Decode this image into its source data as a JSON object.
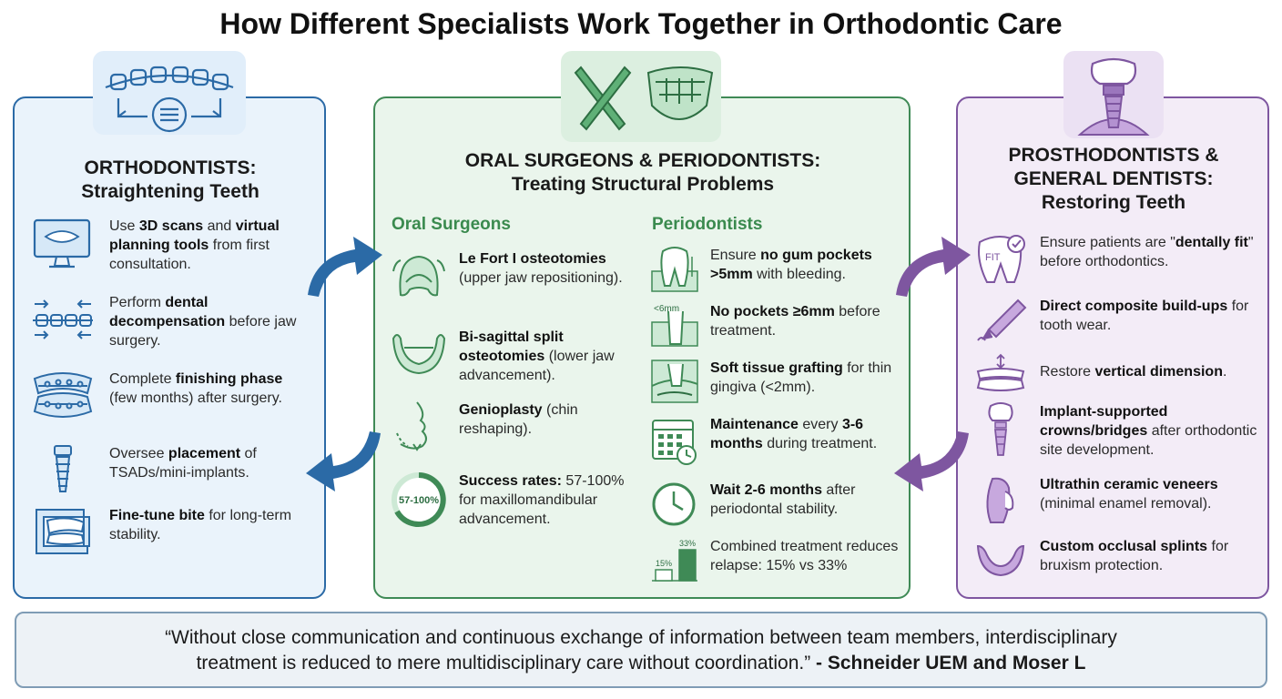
{
  "title": "How Different Specialists Work Together in Orthodontic Care",
  "colors": {
    "ortho": "#2b6aa6",
    "surgeon": "#3f8a56",
    "prosth": "#7e56a0"
  },
  "orthodontists": {
    "title_line1": "ORTHODONTISTS:",
    "title_line2": "Straightening Teeth",
    "items": [
      {
        "icon": "monitor-scan-icon",
        "b1": "",
        "t1": "Use ",
        "b2": "3D scans",
        "t2": " and ",
        "b3": "virtual planning tools",
        "t3": " from first consultation."
      },
      {
        "icon": "braces-arrows-icon",
        "t1": "Perform ",
        "b2": "dental decompensation",
        "t2": " before jaw surgery."
      },
      {
        "icon": "braces-arch-icon",
        "t1": "Complete ",
        "b2": "finishing phase",
        "t2": " (few months) after surgery."
      },
      {
        "icon": "mini-implant-icon",
        "t1": "Oversee ",
        "b2": "placement",
        "t2": " of TSADs/mini-implants."
      },
      {
        "icon": "articulator-icon",
        "t1": "",
        "b2": "Fine-tune bite",
        "t2": " for long-term stability."
      }
    ]
  },
  "surgeons": {
    "title_line1": "ORAL SURGEONS & PERIODONTISTS:",
    "title_line2": "Treating Structural Problems",
    "oral_heading": "Oral Surgeons",
    "perio_heading": "Periodontists",
    "oral_items": [
      {
        "icon": "upper-jaw-icon",
        "b": "Le Fort I osteotomies",
        "t": " (upper jaw repositioning)."
      },
      {
        "icon": "lower-jaw-icon",
        "b": "Bi-sagittal split osteotomies",
        "t": " (lower jaw advancement)."
      },
      {
        "icon": "chin-profile-icon",
        "b": "Genioplasty",
        "t": " (chin reshaping)."
      },
      {
        "icon": "success-ring-icon",
        "ring_label": "57-100%",
        "b": "Success rates:",
        "t": " 57-100% for maxillomandibular advancement."
      }
    ],
    "perio_items": [
      {
        "icon": "gum-pocket-icon",
        "t0": "Ensure ",
        "b": "no gum pockets >5mm",
        "t": " with bleeding."
      },
      {
        "icon": "pocket-depth-icon",
        "depth_label": "<6mm",
        "b": "No pockets ≥6mm",
        "t": " before treatment."
      },
      {
        "icon": "tissue-graft-icon",
        "t0": "",
        "b": "Soft tissue grafting",
        "t": " for thin gingiva (<2mm)."
      },
      {
        "icon": "calendar-clock-icon",
        "t0": "",
        "b": "Maintenance",
        "t": " every ",
        "b2": "3-6 months",
        "t2": " during treatment."
      },
      {
        "icon": "clock-icon",
        "t0": "",
        "b": "Wait 2-6 months",
        "t": " after periodontal stability."
      },
      {
        "icon": "bar-compare-icon",
        "bar_low": "15%",
        "bar_high": "33%",
        "t0": "Combined treatment reduces relapse: 15% vs 33%",
        "b": "",
        "t": ""
      }
    ]
  },
  "prosthodontists": {
    "title_line1": "PROSTHODONTISTS &",
    "title_line2": "GENERAL DENTISTS:",
    "title_line3": "Restoring Teeth",
    "fit_label": "FIT",
    "items": [
      {
        "icon": "fit-tooth-icon",
        "t0": "Ensure patients are \"",
        "b": "dentally fit",
        "t": "\" before orthodontics."
      },
      {
        "icon": "composite-syringe-icon",
        "t0": "",
        "b": "Direct composite build-ups",
        "t": " for tooth wear."
      },
      {
        "icon": "vertical-dimension-icon",
        "t0": "Restore ",
        "b": "vertical dimension",
        "t": "."
      },
      {
        "icon": "implant-crown-icon",
        "t0": "",
        "b": "Implant-supported crowns/bridges",
        "t": " after orthodontic site development."
      },
      {
        "icon": "veneer-icon",
        "t0": "",
        "b": "Ultrathin ceramic veneers",
        "t": " (minimal enamel removal)."
      },
      {
        "icon": "occlusal-splint-icon",
        "t0": "",
        "b": "Custom occlusal splints",
        "t": " for bruxism protection."
      }
    ]
  },
  "quote": {
    "text_line1": "“Without close communication and continuous exchange of information between team members, interdisciplinary",
    "text_line2": "treatment is reduced to mere multidisciplinary care without coordination.”",
    "attribution": " - Schneider UEM and Moser L"
  }
}
